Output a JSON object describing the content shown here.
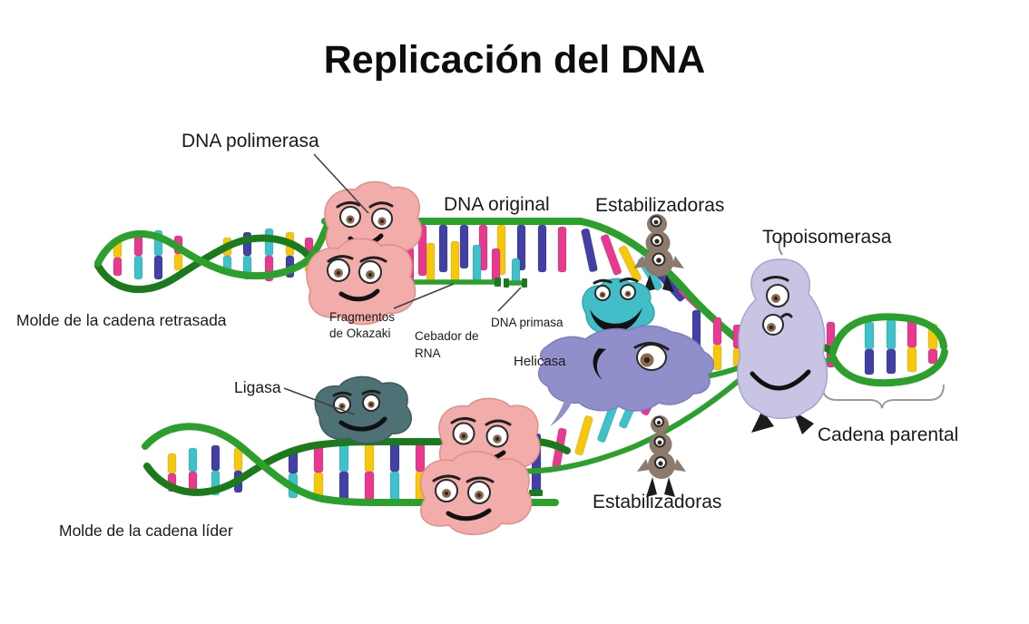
{
  "title": "Replicación del DNA",
  "labels": {
    "dna_polimerasa": "DNA polimerasa",
    "dna_original": "DNA original",
    "estabilizadoras_superior": "Estabilizadoras",
    "topoisomerasa": "Topoisomerasa",
    "molde_cadena_retrasada": "Molde de la cadena retrasada",
    "fragmentos_okazaki_l1": "Fragmentos",
    "fragmentos_okazaki_l2": "de Okazaki",
    "cebador_rna_l1": "Cebador de",
    "cebador_rna_l2": "RNA",
    "dna_primasa": "DNA primasa",
    "helicasa": "Helicasa",
    "ligasa": "Ligasa",
    "cadena_parental": "Cadena parental",
    "estabilizadoras_inferior": "Estabilizadoras",
    "molde_cadena_lider": "Molde de la cadena líder"
  },
  "colors": {
    "background": "#FFFFFF",
    "text": "#1A1A1A",
    "strand_green": "#2CA02C",
    "strand_green_dark": "#1B7A1B",
    "base_yellow": "#F6C70B",
    "base_magenta": "#E6398F",
    "base_cyan": "#3FC1C9",
    "base_indigo": "#4340A5",
    "polimerasa_pink": "#F2ACA9",
    "helicasa_purple": "#918FCB",
    "fork_protein_teal": "#41BEC8",
    "topoisomerasa_lavender": "#C8C5E4",
    "estabilizadora_brown": "#8D7A6C",
    "ligasa_slate": "#4E7175"
  }
}
